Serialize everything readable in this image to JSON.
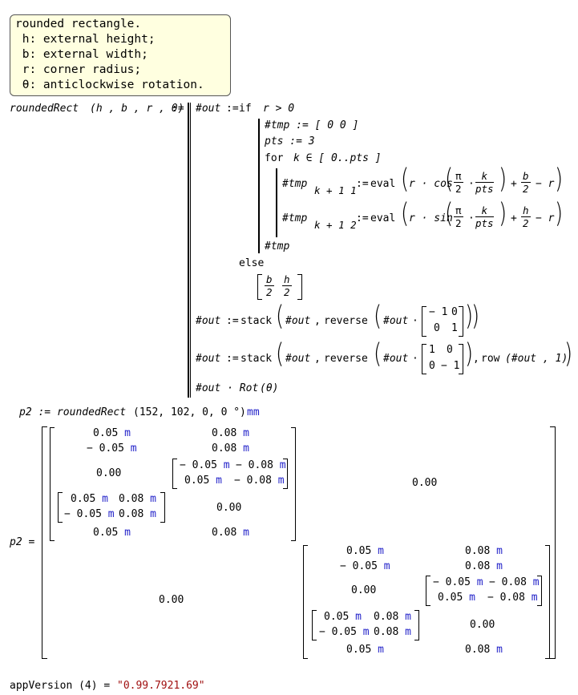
{
  "comment": {
    "lines": [
      "rounded rectangle.",
      " h: external height;",
      " b: external width;",
      " r: corner radius;",
      " θ: anticlockwise rotation."
    ]
  },
  "func": {
    "name": "roundedRect",
    "params": "(h , b , r , θ)",
    "define": ":=",
    "out": "#out",
    "tmp": "#tmp",
    "kw_if": "if",
    "cond": "r > 0",
    "tmp_init": "#tmp := [ 0  0 ]",
    "pts_assign": "pts := 3",
    "kw_for": "for",
    "for_range": "k ∈ [ 0..pts ]",
    "sub1": "k + 1 1",
    "sub2": "k + 1 2",
    "eval": "eval",
    "cos": "r · cos",
    "sin": "r · sin",
    "pi": "π",
    "two": "2",
    "k": "k",
    "pts": "pts",
    "b": "b",
    "h": "h",
    "minus_r": "− r",
    "plus": "+",
    "dot": "·",
    "ret_tmp": "#tmp",
    "kw_else": "else",
    "stack": "stack",
    "reverse": "reverse",
    "row": "row",
    "row_args": "(#out , 1)",
    "mat1": [
      "− 1",
      "0",
      "0",
      "1"
    ],
    "mat2": [
      "1",
      "0",
      "0",
      "− 1"
    ],
    "rot": "#out · Rot",
    "rot_arg": "(θ)"
  },
  "call": {
    "lhs": "p2 := roundedRect",
    "args": "(152, 102, 0, 0 °)",
    "unit": "mm"
  },
  "result": {
    "lhs": "p2 =",
    "block": {
      "r1": [
        "0.05",
        "0.08"
      ],
      "r2": [
        "− 0.05",
        "0.08"
      ],
      "r3_left": "0.00",
      "r3_mat": [
        [
          "− 0.05",
          "− 0.08"
        ],
        [
          "0.05",
          "− 0.08"
        ]
      ],
      "r4_mat": [
        [
          "0.05",
          "0.08"
        ],
        [
          "− 0.05",
          "0.08"
        ]
      ],
      "r4_right": "0.00",
      "r5": [
        "0.05",
        "0.08"
      ],
      "unit": "m"
    },
    "top_right": "0.00",
    "bottom_left": "0.00"
  },
  "version": {
    "call": "appVersion (4) =",
    "value": "\"0.99.7921.69\""
  }
}
